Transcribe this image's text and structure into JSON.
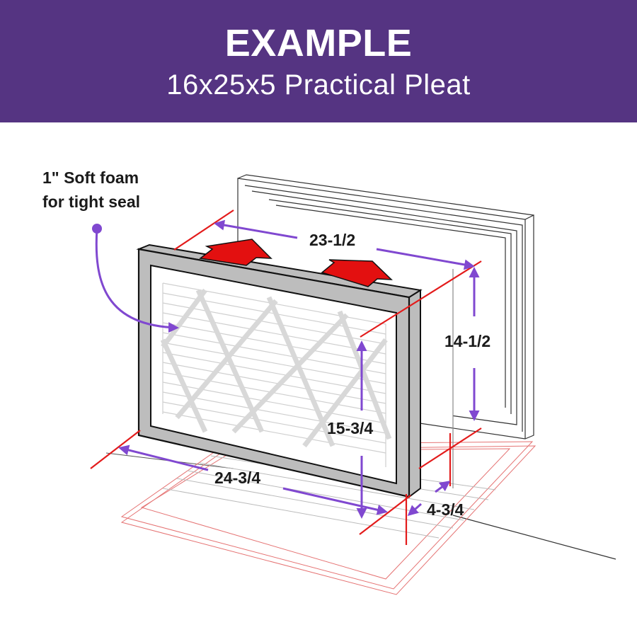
{
  "header": {
    "title": "EXAMPLE",
    "subtitle": "16x25x5 Practical Pleat",
    "background_color": "#553482",
    "text_color": "#ffffff"
  },
  "callout": {
    "line1": "1\" Soft foam",
    "line2": "for tight seal",
    "color": "#8048d0"
  },
  "dimensions": {
    "housing_width": "23-1/2",
    "housing_height": "14-1/2",
    "filter_width": "24-3/4",
    "filter_height": "15-3/4",
    "filter_depth": "4-3/4"
  },
  "colors": {
    "dimension_arrow": "#8048d0",
    "reference_line": "#e31b1b",
    "direction_arrow": "#e31010",
    "filter_frame": "#bdbdbd",
    "outline": "#111111"
  },
  "icons": {
    "airflow_arrows": "up-arrow-red",
    "callout_pointer": "curved-arrow-purple"
  }
}
